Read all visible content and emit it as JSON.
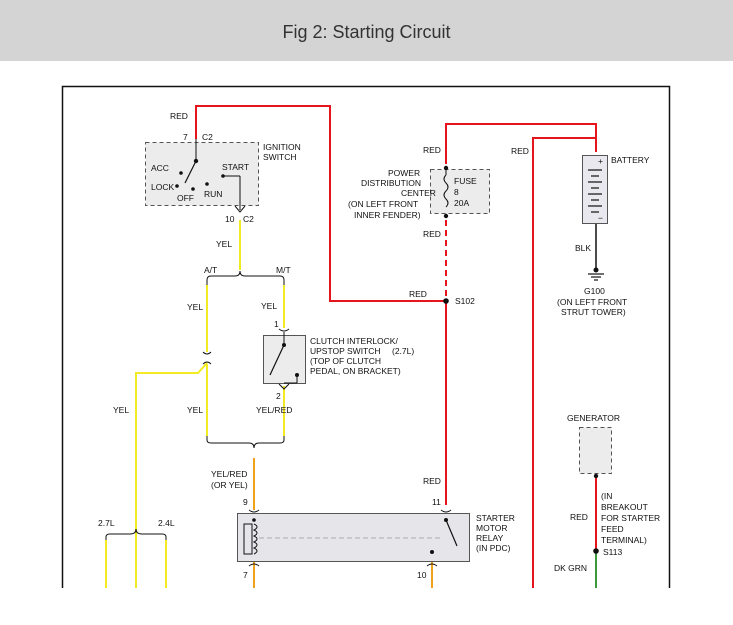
{
  "header": {
    "title": "Fig 2: Starting Circuit"
  },
  "colors": {
    "red": "#e8141c",
    "yellow": "#f2ea22",
    "orange": "#f0a21c",
    "green": "#3a9a3a",
    "black": "#111111",
    "header_bg": "#d4d4d4"
  },
  "ignition": {
    "wire_top": "RED",
    "pin_top": "7",
    "conn_top": "C2",
    "name_1": "IGNITION",
    "name_2": "SWITCH",
    "acc": "ACC",
    "start": "START",
    "lock": "LOCK",
    "run": "RUN",
    "off": "OFF",
    "pin_bottom": "10",
    "conn_bottom": "C2",
    "wire_bottom": "YEL"
  },
  "branch": {
    "at": "A/T",
    "mt": "M/T",
    "yel_left": "YEL",
    "yel_right": "YEL",
    "yel_lower_left": "YEL",
    "yel_mid": "YEL"
  },
  "clutch": {
    "pin_top": "1",
    "line1": "CLUTCH INTERLOCK/",
    "line2": "UPSTOP SWITCH",
    "engine": "(2.7L)",
    "line3": "(TOP OF CLUTCH",
    "line4": "PEDAL, ON BRACKET)",
    "pin_bottom": "2",
    "wire_bottom": "YEL/RED"
  },
  "relay_feed": {
    "wire1": "YEL/RED",
    "wire2": "(OR YEL)",
    "pin9": "9",
    "pin11": "11",
    "pin7": "7",
    "pin10": "10"
  },
  "relay": {
    "line1": "STARTER",
    "line2": "MOTOR",
    "line3": "RELAY",
    "line4": "(IN PDC)"
  },
  "engines": {
    "left": "2.7L",
    "right": "2.4L"
  },
  "pdc": {
    "wire_in": "RED",
    "line1": "POWER",
    "line2": "DISTRIBUTION",
    "line3": "CENTER",
    "line4": "(ON LEFT FRONT",
    "line5": "INNER FENDER)",
    "fuse": "FUSE",
    "fuse_num": "8",
    "fuse_amp": "20A",
    "wire_out": "RED"
  },
  "splice": {
    "wire": "RED",
    "name": "S102",
    "wire_down": "RED"
  },
  "battery": {
    "wire": "RED",
    "name": "BATTERY",
    "plus": "+",
    "minus": "−",
    "ground_wire": "BLK",
    "ground_name": "G100",
    "ground_loc1": "(ON LEFT FRONT",
    "ground_loc2": "STRUT TOWER)"
  },
  "generator": {
    "name": "GENERATOR",
    "wire": "RED",
    "note1": "(IN",
    "note2": "BREAKOUT",
    "note3": "FOR STARTER",
    "note4": "FEED",
    "note5": "TERMINAL)",
    "splice": "S113",
    "wire_out": "DK GRN"
  }
}
